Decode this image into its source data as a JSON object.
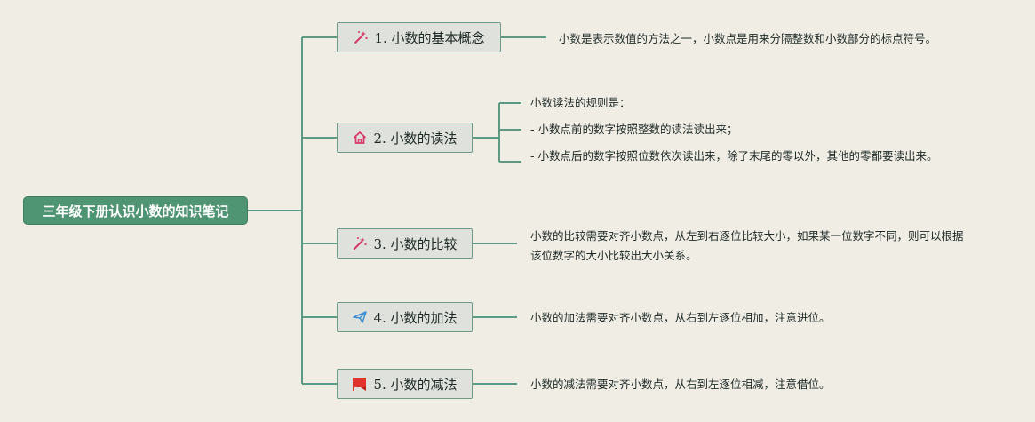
{
  "root": {
    "title": "三年级下册认识小数的知识笔记"
  },
  "branches": [
    {
      "label": "1. 小数的基本概念",
      "icon": "magic-wand-icon"
    },
    {
      "label": "2. 小数的读法",
      "icon": "house-icon"
    },
    {
      "label": "3. 小数的比较",
      "icon": "magic-wand-icon"
    },
    {
      "label": "4. 小数的加法",
      "icon": "paper-plane-icon"
    },
    {
      "label": "5. 小数的减法",
      "icon": "red-flag-icon"
    }
  ],
  "notes": {
    "b1": [
      "小数是表示数值的方法之一，小数点是用来分隔整数和小数部分的标点符号。"
    ],
    "b2": [
      "小数读法的规则是：",
      "- 小数点前的数字按照整数的读法读出来；",
      "- 小数点后的数字按照位数依次读出来，除了末尾的零以外，其他的零都要读出来。"
    ],
    "b3": [
      "小数的比较需要对齐小数点，从左到右逐位比较大小，如果某一位数字不同，则可以根据该位数字的大小比较出大小关系。"
    ],
    "b4": [
      "小数的加法需要对齐小数点，从右到左逐位相加，注意进位。"
    ],
    "b5": [
      "小数的减法需要对齐小数点，从右到左逐位相减，注意借位。"
    ]
  },
  "colors": {
    "connector": "#5c9a85",
    "root_fill": "#4f9573",
    "node_fill": "#dfe1dd",
    "background": "#f0ede5"
  }
}
